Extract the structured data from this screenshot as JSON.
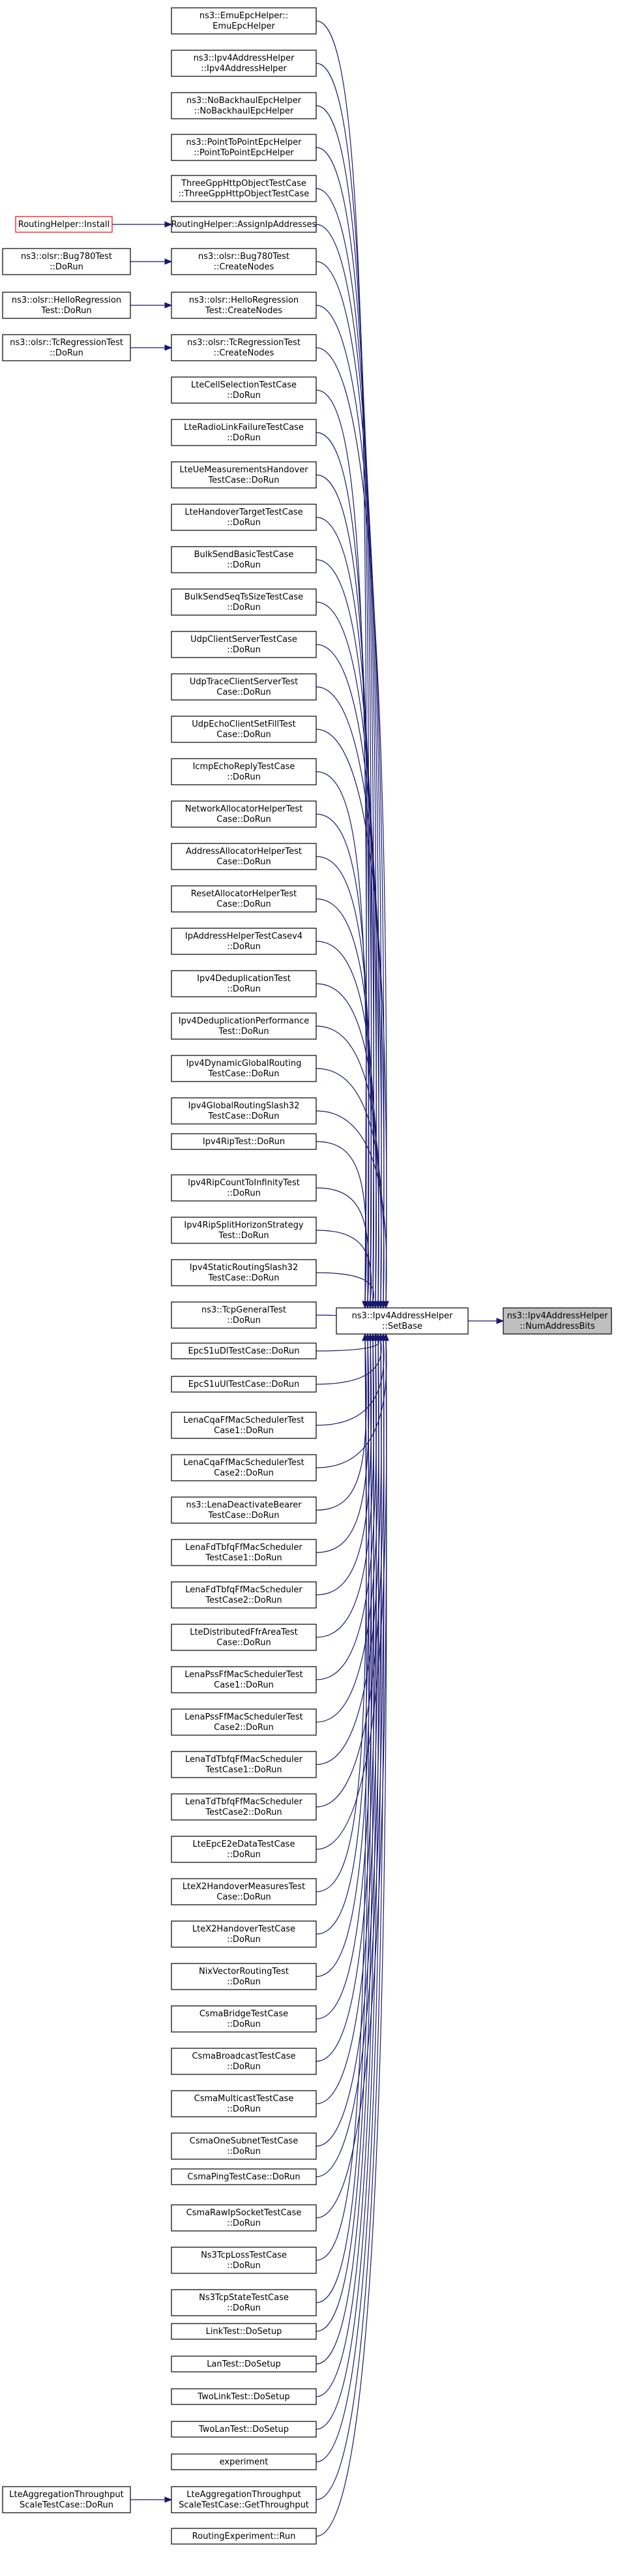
{
  "target": {
    "lines": [
      "ns3::Ipv4AddressHelper",
      "::NumAddressBits"
    ]
  },
  "setbase": {
    "lines": [
      "ns3::Ipv4AddressHelper",
      "::SetBase"
    ]
  },
  "callers": [
    {
      "lines": [
        "ns3::EmuEpcHelper::",
        "EmuEpcHelper"
      ]
    },
    {
      "lines": [
        "ns3::Ipv4AddressHelper",
        "::Ipv4AddressHelper"
      ]
    },
    {
      "lines": [
        "ns3::NoBackhaulEpcHelper",
        "::NoBackhaulEpcHelper"
      ]
    },
    {
      "lines": [
        "ns3::PointToPointEpcHelper",
        "::PointToPointEpcHelper"
      ]
    },
    {
      "lines": [
        "ThreeGppHttpObjectTestCase",
        "::ThreeGppHttpObjectTestCase"
      ]
    },
    {
      "lines": [
        "RoutingHelper::AssignIpAddresses"
      ]
    },
    {
      "lines": [
        "ns3::olsr::Bug780Test",
        "::CreateNodes"
      ]
    },
    {
      "lines": [
        "ns3::olsr::HelloRegression",
        "Test::CreateNodes"
      ]
    },
    {
      "lines": [
        "ns3::olsr::TcRegressionTest",
        "::CreateNodes"
      ]
    },
    {
      "lines": [
        "LteCellSelectionTestCase",
        "::DoRun"
      ]
    },
    {
      "lines": [
        "LteRadioLinkFailureTestCase",
        "::DoRun"
      ]
    },
    {
      "lines": [
        "LteUeMeasurementsHandover",
        "TestCase::DoRun"
      ]
    },
    {
      "lines": [
        "LteHandoverTargetTestCase",
        "::DoRun"
      ]
    },
    {
      "lines": [
        "BulkSendBasicTestCase",
        "::DoRun"
      ]
    },
    {
      "lines": [
        "BulkSendSeqTsSizeTestCase",
        "::DoRun"
      ]
    },
    {
      "lines": [
        "UdpClientServerTestCase",
        "::DoRun"
      ]
    },
    {
      "lines": [
        "UdpTraceClientServerTest",
        "Case::DoRun"
      ]
    },
    {
      "lines": [
        "UdpEchoClientSetFillTest",
        "Case::DoRun"
      ]
    },
    {
      "lines": [
        "IcmpEchoReplyTestCase",
        "::DoRun"
      ]
    },
    {
      "lines": [
        "NetworkAllocatorHelperTest",
        "Case::DoRun"
      ]
    },
    {
      "lines": [
        "AddressAllocatorHelperTest",
        "Case::DoRun"
      ]
    },
    {
      "lines": [
        "ResetAllocatorHelperTest",
        "Case::DoRun"
      ]
    },
    {
      "lines": [
        "IpAddressHelperTestCasev4",
        "::DoRun"
      ]
    },
    {
      "lines": [
        "Ipv4DeduplicationTest",
        "::DoRun"
      ]
    },
    {
      "lines": [
        "Ipv4DeduplicationPerformance",
        "Test::DoRun"
      ]
    },
    {
      "lines": [
        "Ipv4DynamicGlobalRouting",
        "TestCase::DoRun"
      ]
    },
    {
      "lines": [
        "Ipv4GlobalRoutingSlash32",
        "TestCase::DoRun"
      ]
    },
    {
      "lines": [
        "Ipv4RipTest::DoRun"
      ]
    },
    {
      "lines": [
        "Ipv4RipCountToInfinityTest",
        "::DoRun"
      ]
    },
    {
      "lines": [
        "Ipv4RipSplitHorizonStrategy",
        "Test::DoRun"
      ]
    },
    {
      "lines": [
        "Ipv4StaticRoutingSlash32",
        "TestCase::DoRun"
      ]
    },
    {
      "lines": [
        "ns3::TcpGeneralTest",
        "::DoRun"
      ]
    },
    {
      "lines": [
        "EpcS1uDlTestCase::DoRun"
      ]
    },
    {
      "lines": [
        "EpcS1uUlTestCase::DoRun"
      ]
    },
    {
      "lines": [
        "LenaCqaFfMacSchedulerTest",
        "Case1::DoRun"
      ]
    },
    {
      "lines": [
        "LenaCqaFfMacSchedulerTest",
        "Case2::DoRun"
      ]
    },
    {
      "lines": [
        "ns3::LenaDeactivateBearer",
        "TestCase::DoRun"
      ]
    },
    {
      "lines": [
        "LenaFdTbfqFfMacScheduler",
        "TestCase1::DoRun"
      ]
    },
    {
      "lines": [
        "LenaFdTbfqFfMacScheduler",
        "TestCase2::DoRun"
      ]
    },
    {
      "lines": [
        "LteDistributedFfrAreaTest",
        "Case::DoRun"
      ]
    },
    {
      "lines": [
        "LenaPssFfMacSchedulerTest",
        "Case1::DoRun"
      ]
    },
    {
      "lines": [
        "LenaPssFfMacSchedulerTest",
        "Case2::DoRun"
      ]
    },
    {
      "lines": [
        "LenaTdTbfqFfMacScheduler",
        "TestCase1::DoRun"
      ]
    },
    {
      "lines": [
        "LenaTdTbfqFfMacScheduler",
        "TestCase2::DoRun"
      ]
    },
    {
      "lines": [
        "LteEpcE2eDataTestCase",
        "::DoRun"
      ]
    },
    {
      "lines": [
        "LteX2HandoverMeasuresTest",
        "Case::DoRun"
      ]
    },
    {
      "lines": [
        "LteX2HandoverTestCase",
        "::DoRun"
      ]
    },
    {
      "lines": [
        "NixVectorRoutingTest",
        "::DoRun"
      ]
    },
    {
      "lines": [
        "CsmaBridgeTestCase",
        "::DoRun"
      ]
    },
    {
      "lines": [
        "CsmaBroadcastTestCase",
        "::DoRun"
      ]
    },
    {
      "lines": [
        "CsmaMulticastTestCase",
        "::DoRun"
      ]
    },
    {
      "lines": [
        "CsmaOneSubnetTestCase",
        "::DoRun"
      ]
    },
    {
      "lines": [
        "CsmaPingTestCase::DoRun"
      ]
    },
    {
      "lines": [
        "CsmaRawIpSocketTestCase",
        "::DoRun"
      ]
    },
    {
      "lines": [
        "Ns3TcpLossTestCase",
        "::DoRun"
      ]
    },
    {
      "lines": [
        "Ns3TcpStateTestCase",
        "::DoRun"
      ]
    },
    {
      "lines": [
        "LinkTest::DoSetup"
      ]
    },
    {
      "lines": [
        "LanTest::DoSetup"
      ]
    },
    {
      "lines": [
        "TwoLinkTest::DoSetup"
      ]
    },
    {
      "lines": [
        "TwoLanTest::DoSetup"
      ]
    },
    {
      "lines": [
        "experiment"
      ]
    },
    {
      "lines": [
        "LteAggregationThroughput",
        "ScaleTestCase::GetThroughput"
      ]
    },
    {
      "lines": [
        "RoutingExperiment::Run"
      ]
    }
  ],
  "second_level": [
    {
      "caller": 5,
      "lines": [
        "RoutingHelper::Install"
      ],
      "red": true
    },
    {
      "caller": 6,
      "lines": [
        "ns3::olsr::Bug780Test",
        "::DoRun"
      ],
      "red": false
    },
    {
      "caller": 7,
      "lines": [
        "ns3::olsr::HelloRegression",
        "Test::DoRun"
      ],
      "red": false
    },
    {
      "caller": 8,
      "lines": [
        "ns3::olsr::TcRegressionTest",
        "::DoRun"
      ],
      "red": false
    },
    {
      "caller": 61,
      "lines": [
        "LteAggregationThroughput",
        "ScaleTestCase::DoRun"
      ],
      "red": false
    }
  ],
  "colors": {
    "edge": "#191970",
    "focus_fill": "#bfbfbf",
    "red_border": "#ff0000"
  }
}
